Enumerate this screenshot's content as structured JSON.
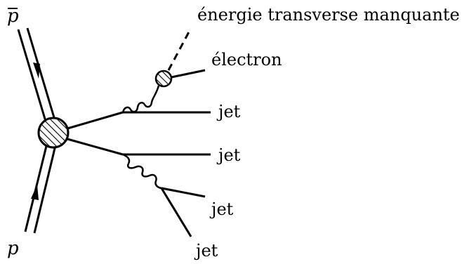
{
  "labels": {
    "antiproton": "p",
    "proton": "p",
    "missing_energy": "énergie transverse manquante",
    "electron": "électron",
    "jet_1": "jet",
    "jet_2": "jet",
    "jet_3": "jet",
    "jet_4": "jet"
  },
  "colors": {
    "ink": "#000000",
    "background": "#ffffff"
  }
}
